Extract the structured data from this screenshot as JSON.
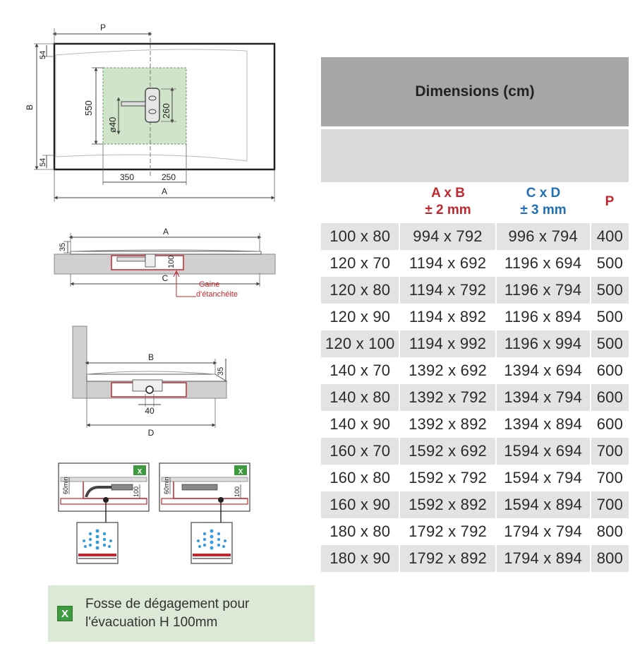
{
  "drawing_labels": {
    "p": "P",
    "b": "B",
    "a": "A",
    "c": "C",
    "d": "D",
    "dim_54_top": "54",
    "dim_54_bottom": "54",
    "dim_550": "550",
    "dim_260": "260",
    "dim_o40": "ø40",
    "dim_350": "350",
    "dim_250": "250",
    "dim_35_side": "35",
    "dim_100_side": "100",
    "gaine_line1": "Gaine",
    "gaine_line2": "d'étanchéite",
    "dim_35_front": "35",
    "dim_40": "40",
    "detail_60min_left": "60min",
    "detail_100_left": "100",
    "detail_60min_right": "60min",
    "detail_100_right": "100",
    "badge_x_left": "X",
    "badge_x_right": "X"
  },
  "table": {
    "title": "Dimensions (cm)",
    "col_ab_line1": "A x B",
    "col_ab_line2": "± 2 mm",
    "col_cd_line1": "C x D",
    "col_cd_line2": "± 3 mm",
    "col_p": "P",
    "rows": [
      {
        "size": "100 x 80",
        "ab": "994 x 792",
        "cd": "996 x 794",
        "p": "400"
      },
      {
        "size": "120 x 70",
        "ab": "1194 x 692",
        "cd": "1196 x 694",
        "p": "500"
      },
      {
        "size": "120 x 80",
        "ab": "1194 x 792",
        "cd": "1196 x 794",
        "p": "500"
      },
      {
        "size": "120 x 90",
        "ab": "1194 x 892",
        "cd": "1196 x 894",
        "p": "500"
      },
      {
        "size": "120 x 100",
        "ab": "1194 x 992",
        "cd": "1196 x 994",
        "p": "500"
      },
      {
        "size": "140 x 70",
        "ab": "1392 x 692",
        "cd": "1394 x 694",
        "p": "600"
      },
      {
        "size": "140 x 80",
        "ab": "1392 x 792",
        "cd": "1394 x 794",
        "p": "600"
      },
      {
        "size": "140 x 90",
        "ab": "1392 x 892",
        "cd": "1394 x 894",
        "p": "600"
      },
      {
        "size": "160 x 70",
        "ab": "1592 x 692",
        "cd": "1594 x 694",
        "p": "700"
      },
      {
        "size": "160 x 80",
        "ab": "1592 x 792",
        "cd": "1594 x 794",
        "p": "700"
      },
      {
        "size": "160 x 90",
        "ab": "1592 x 892",
        "cd": "1594 x 894",
        "p": "700"
      },
      {
        "size": "180 x 80",
        "ab": "1792 x 792",
        "cd": "1794 x 794",
        "p": "800"
      },
      {
        "size": "180 x 90",
        "ab": "1792 x 892",
        "cd": "1794 x 894",
        "p": "800"
      }
    ]
  },
  "legend": {
    "icon": "X",
    "line1": "Fosse de dégagement pour",
    "line2": "l'évacuation H 100mm"
  },
  "colors": {
    "accent_red": "#c0282f",
    "accent_blue": "#1f6fb2",
    "drain_green": "#3e9a3f",
    "header_grey": "#a6a6a6"
  }
}
